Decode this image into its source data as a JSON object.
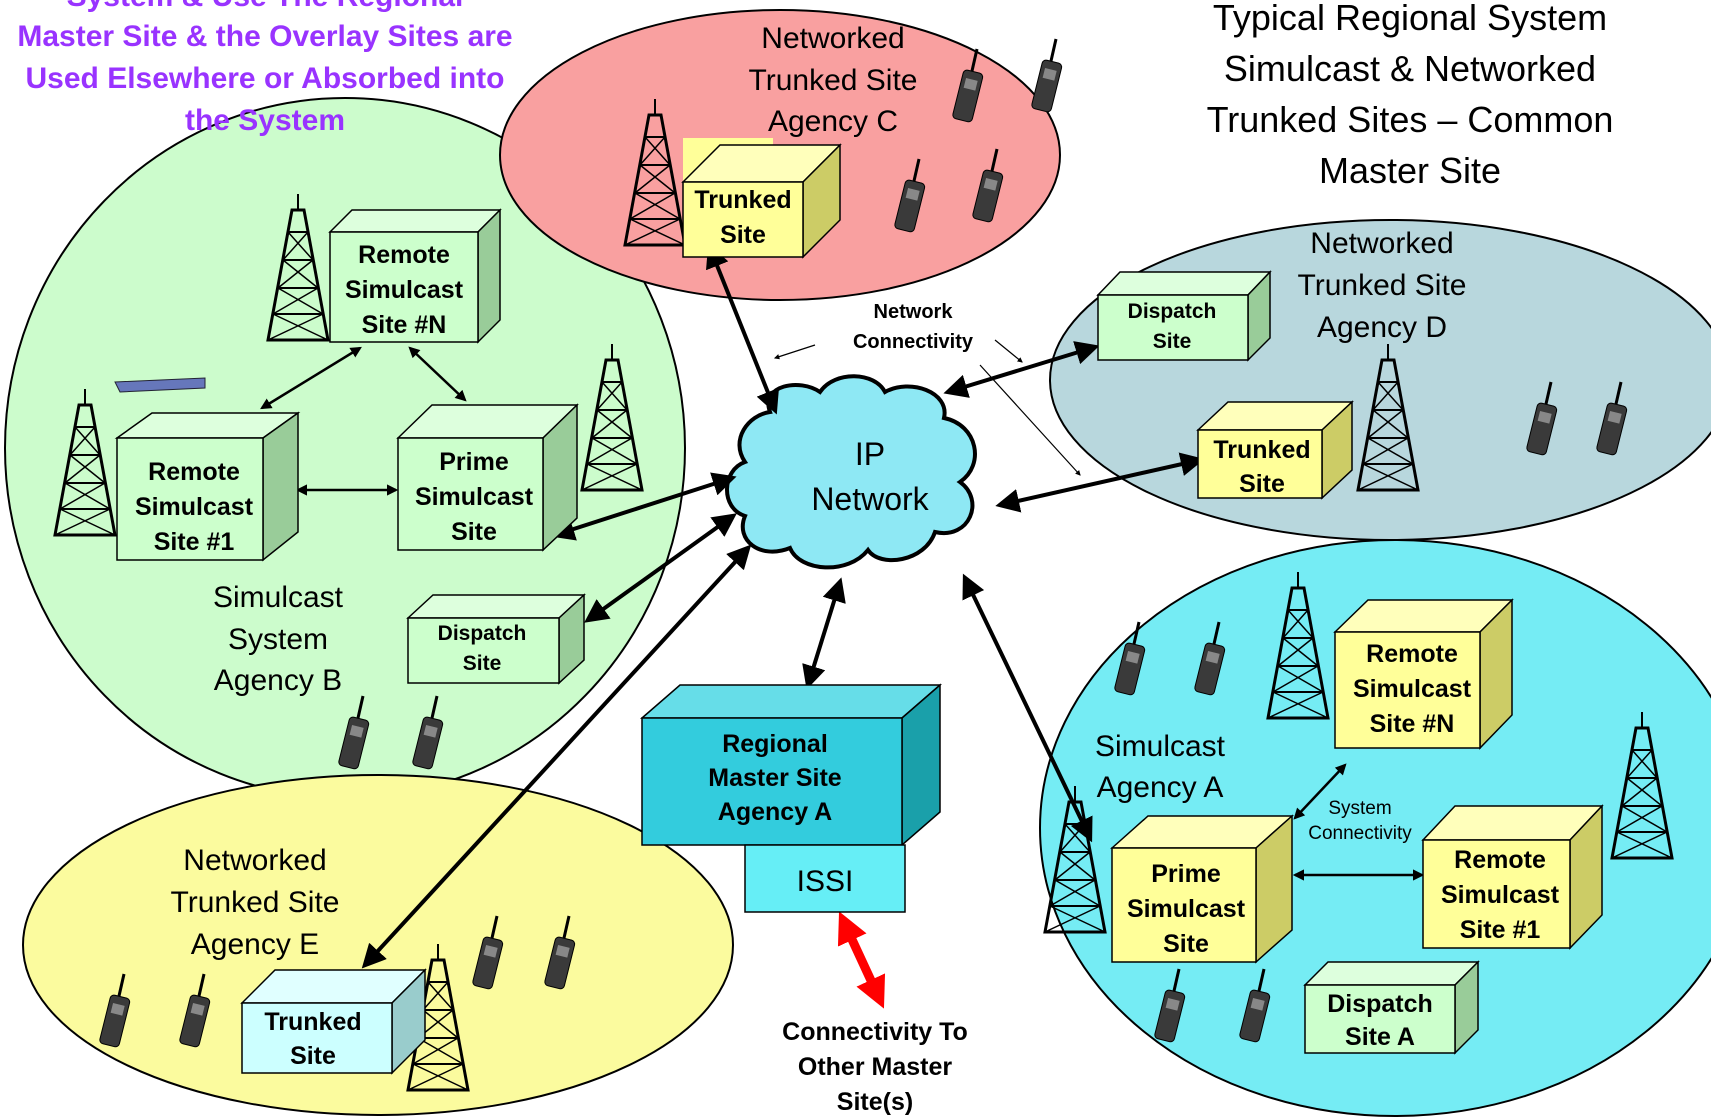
{
  "colors": {
    "agency_b_ellipse": "#ccfccc",
    "agency_c_ellipse": "#f9a0a0",
    "agency_d_ellipse": "#b8d7dd",
    "agency_e_ellipse": "#fbfb9e",
    "agency_a_ellipse": "#75ecf4",
    "box_green": "#ccffcc",
    "box_yellow": "#ffff99",
    "box_cyan": "#33ccdd",
    "box_lightcyan": "#ccffff",
    "cloud": "#8ee8f4",
    "purple_note": "#9933ff",
    "red_arrow": "#ff0000"
  },
  "note": {
    "line1": "System & Use The Regional",
    "line2": "Master Site & the Overlay Sites are",
    "line3": "Used Elsewhere or Absorbed into",
    "line4": "the System"
  },
  "title": {
    "line1": "Typical Regional System",
    "line2": "Simulcast & Networked",
    "line3": "Trunked Sites – Common",
    "line4": "Master Site"
  },
  "cloud": {
    "line1": "IP",
    "line2": "Network"
  },
  "network_connectivity": {
    "line1": "Network",
    "line2": "Connectivity"
  },
  "system_connectivity": {
    "line1": "System",
    "line2": "Connectivity"
  },
  "agency_b": {
    "label": [
      "Simulcast",
      "System",
      "Agency B"
    ],
    "remote_n": [
      "Remote",
      "Simulcast",
      "Site #N"
    ],
    "remote_1": [
      "Remote",
      "Simulcast",
      "Site #1"
    ],
    "prime": [
      "Prime",
      "Simulcast",
      "Site"
    ],
    "dispatch": [
      "Dispatch",
      "Site"
    ]
  },
  "agency_c": {
    "label": [
      "Networked",
      "Trunked Site",
      "Agency C"
    ],
    "trunked": [
      "Trunked",
      "Site"
    ]
  },
  "agency_d": {
    "label": [
      "Networked",
      "Trunked Site",
      "Agency D"
    ],
    "dispatch": [
      "Dispatch",
      "Site"
    ],
    "trunked": [
      "Trunked",
      "Site"
    ]
  },
  "agency_e": {
    "label": [
      "Networked",
      "Trunked Site",
      "Agency E"
    ],
    "trunked": [
      "Trunked",
      "Site"
    ]
  },
  "agency_a": {
    "label": [
      "Simulcast",
      "Agency A"
    ],
    "remote_n": [
      "Remote",
      "Simulcast",
      "Site #N"
    ],
    "prime": [
      "Prime",
      "Simulcast",
      "Site"
    ],
    "remote_1": [
      "Remote",
      "Simulcast",
      "Site #1"
    ],
    "dispatch": [
      "Dispatch",
      "Site A"
    ]
  },
  "master": {
    "label": [
      "Regional",
      "Master Site",
      "Agency A"
    ],
    "issi": "ISSI"
  },
  "other_master": [
    "Connectivity To",
    "Other Master",
    "Site(s)"
  ]
}
